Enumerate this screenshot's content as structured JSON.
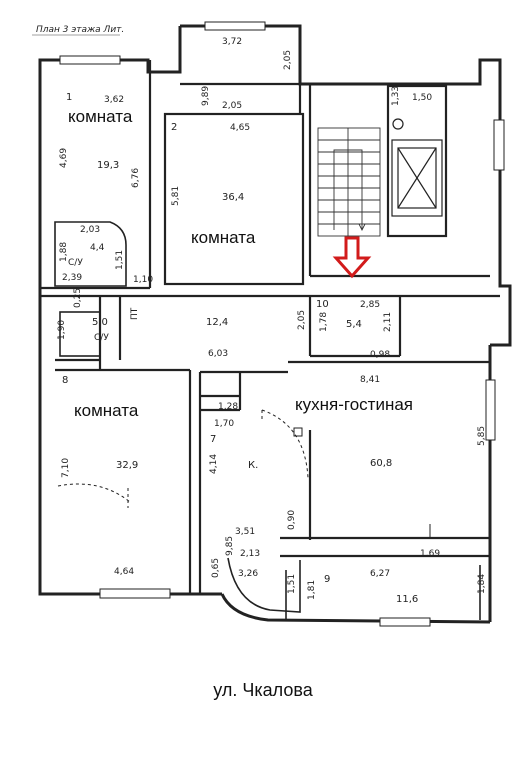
{
  "header": "План 3 этажа Лит.",
  "room_labels": {
    "room1": "комната",
    "room2": "комната",
    "room8": "комната",
    "kitchen": "кухня-гостиная"
  },
  "room_numbers": [
    "1",
    "2",
    "7",
    "8",
    "9",
    "10"
  ],
  "areas": [
    "19,3",
    "36,4",
    "5,0",
    "12,4",
    "5,4",
    "32,9",
    "60,8",
    "11,6"
  ],
  "misc_labels": [
    "4,4",
    "С/У",
    "С/У",
    "К.",
    "ПТ"
  ],
  "dimensions": [
    "3,72",
    "2,05",
    "3,62",
    "9,89",
    "2,05",
    "4,65",
    "1,33",
    "1,50",
    "4,69",
    "6,76",
    "5,81",
    "2,03",
    "1,88",
    "2,39",
    "1,51",
    "1,10",
    "0,25",
    "1,90",
    "2,85",
    "2,05",
    "1,78",
    "2,11",
    "6,03",
    "0,98",
    "8,41",
    "1,28",
    "1,70",
    "4,14",
    "7,10",
    "5,85",
    "3,51",
    "2,13",
    "3,26",
    "9,85",
    "0,65",
    "1,69",
    "1,51",
    "1,81",
    "6,27",
    "1,84",
    "4,64",
    "0,90"
  ],
  "marker_color": "#d21b1b",
  "street": "ул. Чкалова"
}
